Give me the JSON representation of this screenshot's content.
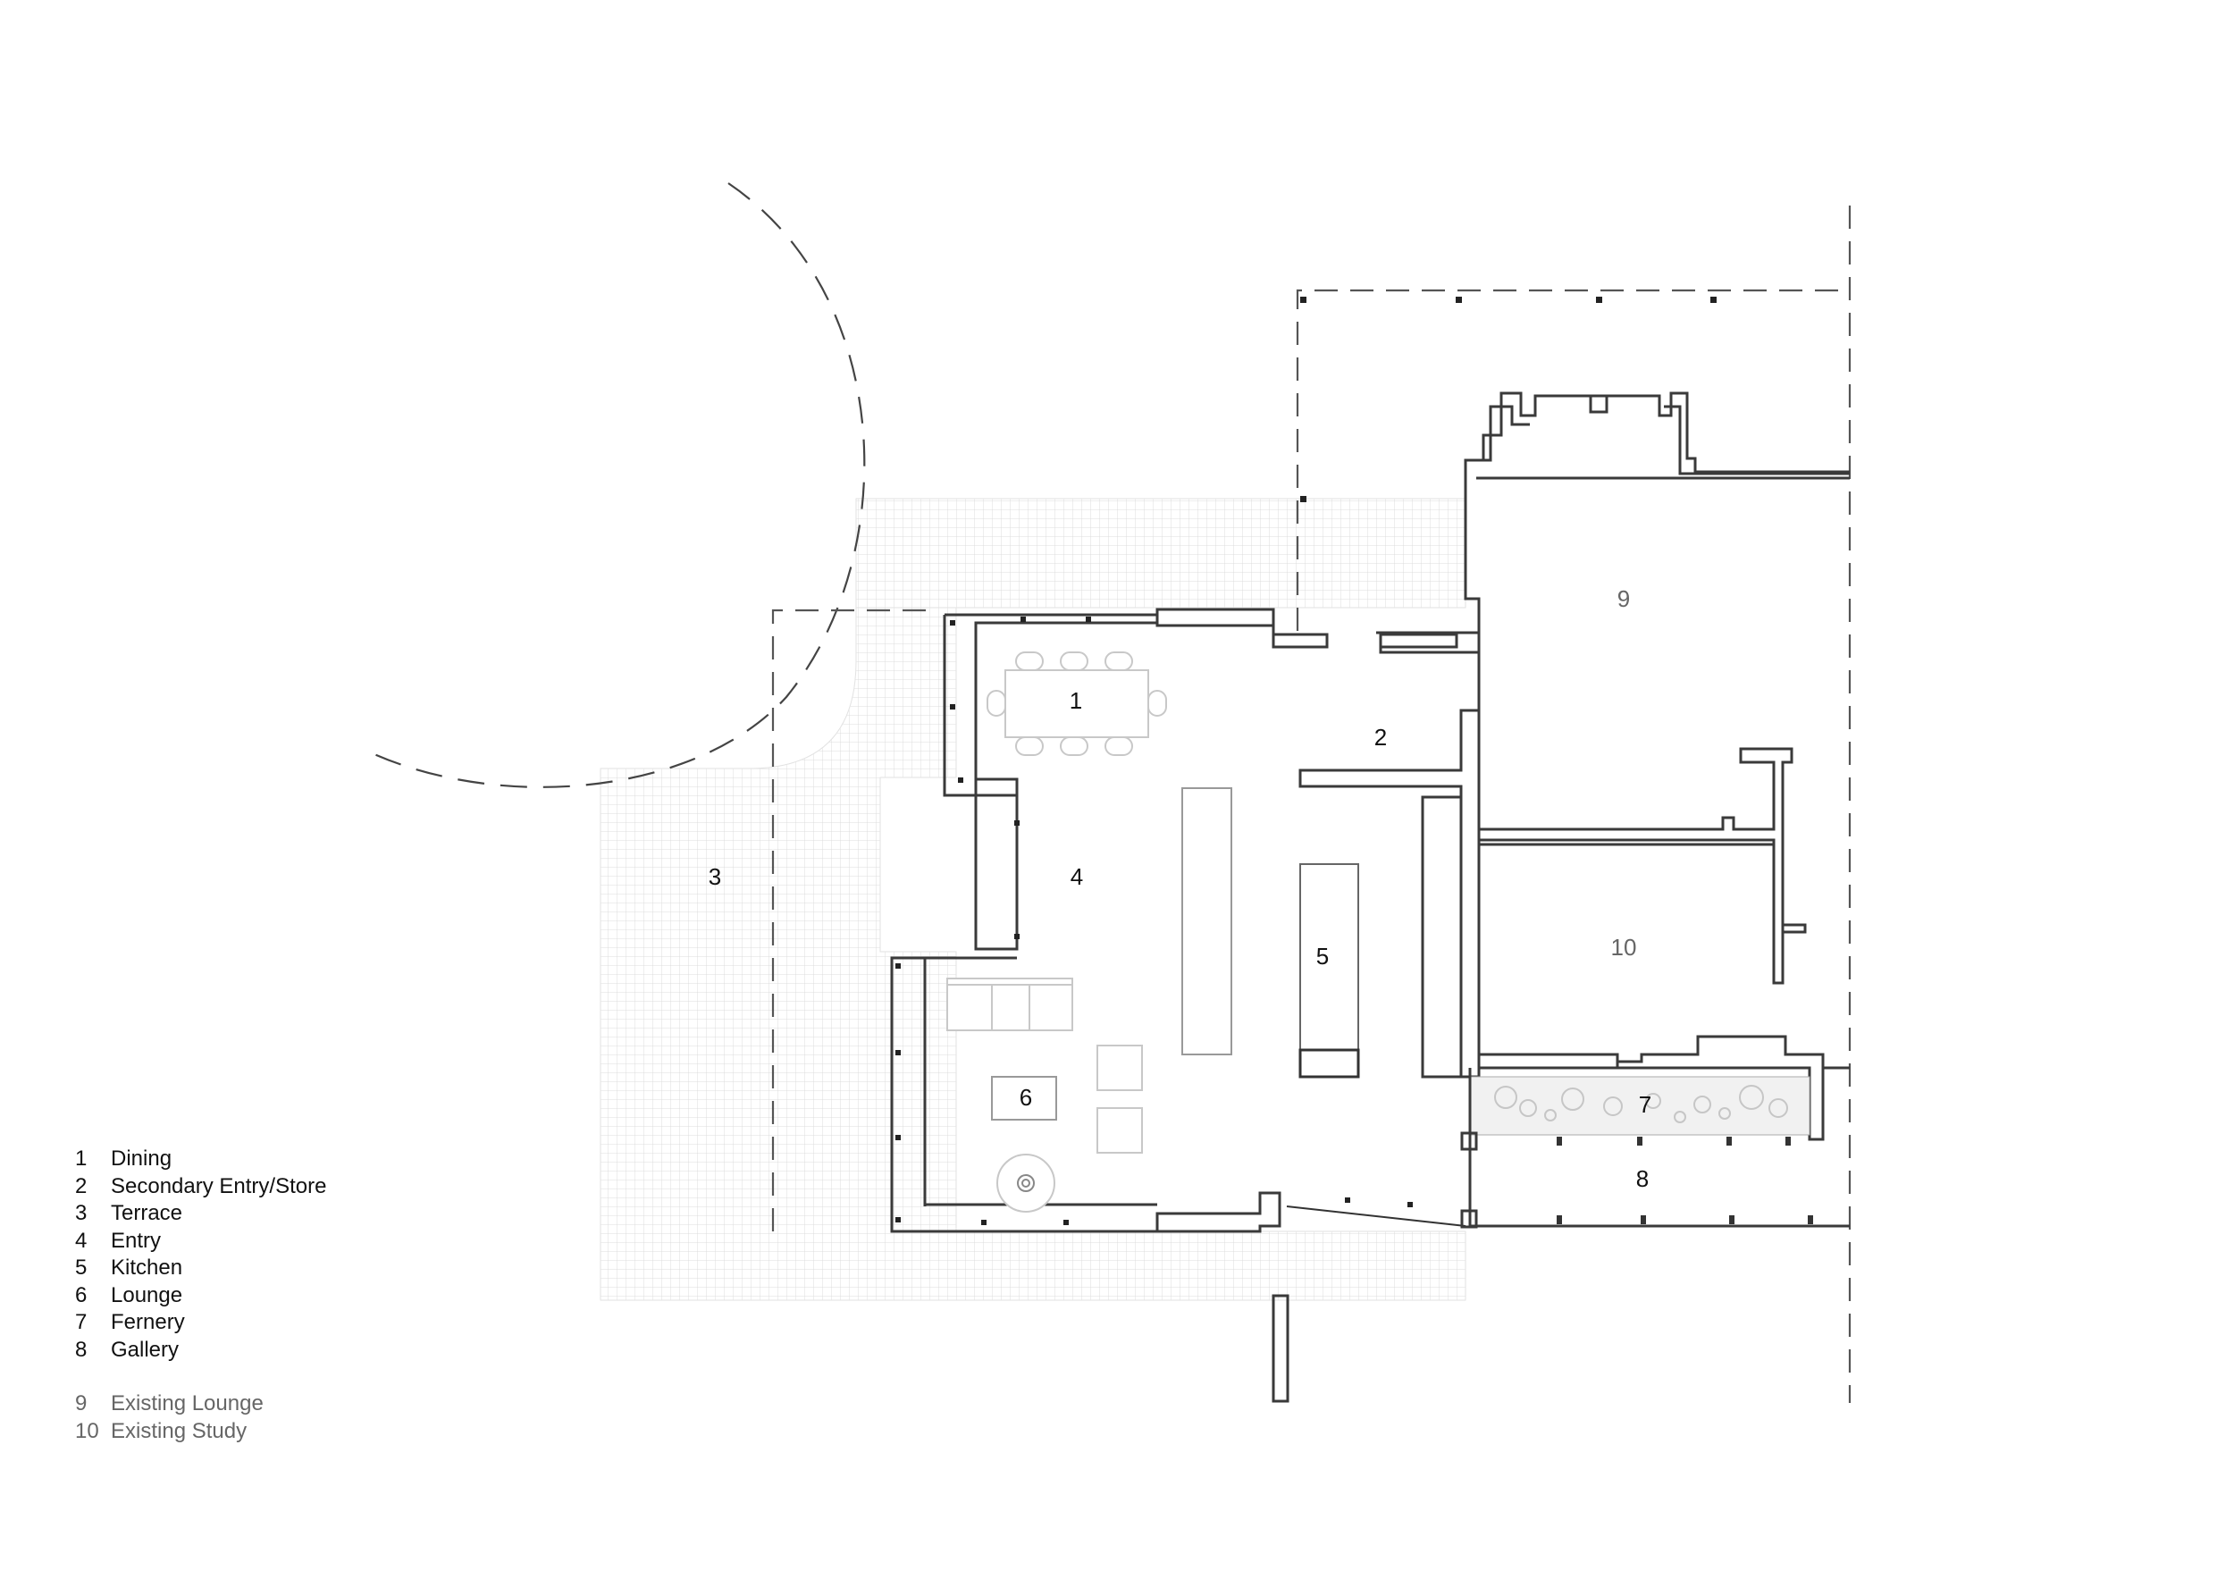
{
  "rooms": [
    {
      "num": "1",
      "name": "Dining"
    },
    {
      "num": "2",
      "name": "Secondary Entry/Store"
    },
    {
      "num": "3",
      "name": "Terrace"
    },
    {
      "num": "4",
      "name": "Entry"
    },
    {
      "num": "5",
      "name": "Kitchen"
    },
    {
      "num": "6",
      "name": "Lounge"
    },
    {
      "num": "7",
      "name": "Fernery"
    },
    {
      "num": "8",
      "name": "Gallery"
    }
  ],
  "existing_rooms": [
    {
      "num": "9",
      "name": "Existing Lounge"
    },
    {
      "num": "10",
      "name": "Existing Study"
    }
  ],
  "colors": {
    "wall": "#3a3a3a",
    "terrace_grid": "#d8d8d8",
    "existing_label": "#666666"
  }
}
